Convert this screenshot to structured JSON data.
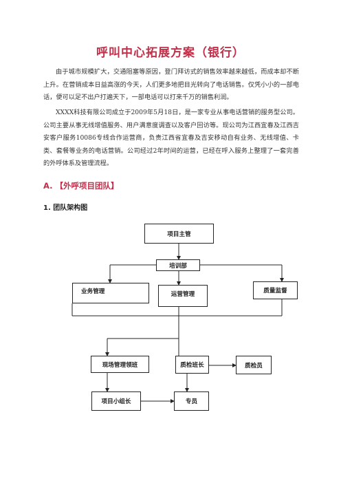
{
  "document": {
    "title": "呼叫中心拓展方案（银行）",
    "paragraphs": [
      "由于城市规模扩大，交通阻塞等原因，登门拜访式的销售效率越来越低，而成本却不断上升。在营销成本日益高涨的今天，人们更多地把目光转向了电话销售。仅凭小小的一部电话，便可以足不出户打遍天下，一部电话可以打来千万的销售利润。",
      "XXXX科技有限公司成立于2009年5月18日，是一家专业从事电话营销的服务型公司。公司主要从事无线增值服务、用户满意度调查以及客户回访等。现公司为江西宜春及江西吉安客户服务10086专线合作运营商，负责江西省宜春及吉安移动自有业务、无线增值、卡类、套餐等业务的电话营销。公司经过2年时间的运营，已经在呼入服务上整理了一套完善的外呼体系及管理流程。"
    ],
    "section_a": "A.  【外呼项目团队】",
    "section_1": "1.  团队架构图"
  },
  "org_chart": {
    "project_director": "项目主管",
    "training": "培训部",
    "business_mgmt": "业务管理",
    "operations_mgmt": "运营管理",
    "quality_supervision": "质量监督",
    "floor_lead": "现场管理领班",
    "qc_lead": "质检班长",
    "qc_staff": "质检员",
    "team_leader": "项目小组长",
    "specialist": "专员"
  },
  "colors": {
    "heading_red": "#c0304a",
    "text": "#333333",
    "line": "#222222"
  }
}
